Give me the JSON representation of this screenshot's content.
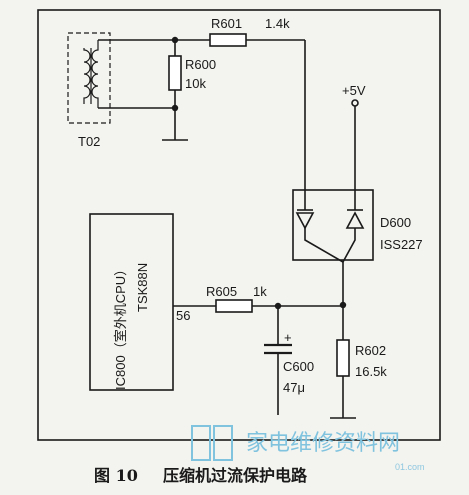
{
  "figure": {
    "caption_number": "图 10",
    "caption_title": "压缩机过流保护电路"
  },
  "components": {
    "transformer": {
      "ref": "T02"
    },
    "r600": {
      "ref": "R600",
      "value": "10k"
    },
    "r601": {
      "ref": "R601",
      "value": "1.4k"
    },
    "supply": {
      "label": "+5V"
    },
    "d600": {
      "ref": "D600",
      "part": "ISS227"
    },
    "ic800": {
      "ref": "IC800",
      "desc": "（室外机CPU）",
      "part": "TSK88N",
      "pin": "56"
    },
    "r605": {
      "ref": "R605",
      "value": "1k"
    },
    "c600": {
      "ref": "C600",
      "value": "47μ",
      "polarity": "+"
    },
    "r602": {
      "ref": "R602",
      "value": "16.5k"
    }
  },
  "watermark": {
    "text": "家电维修资料网",
    "url": "01.com",
    "color": "#7fc3df"
  }
}
